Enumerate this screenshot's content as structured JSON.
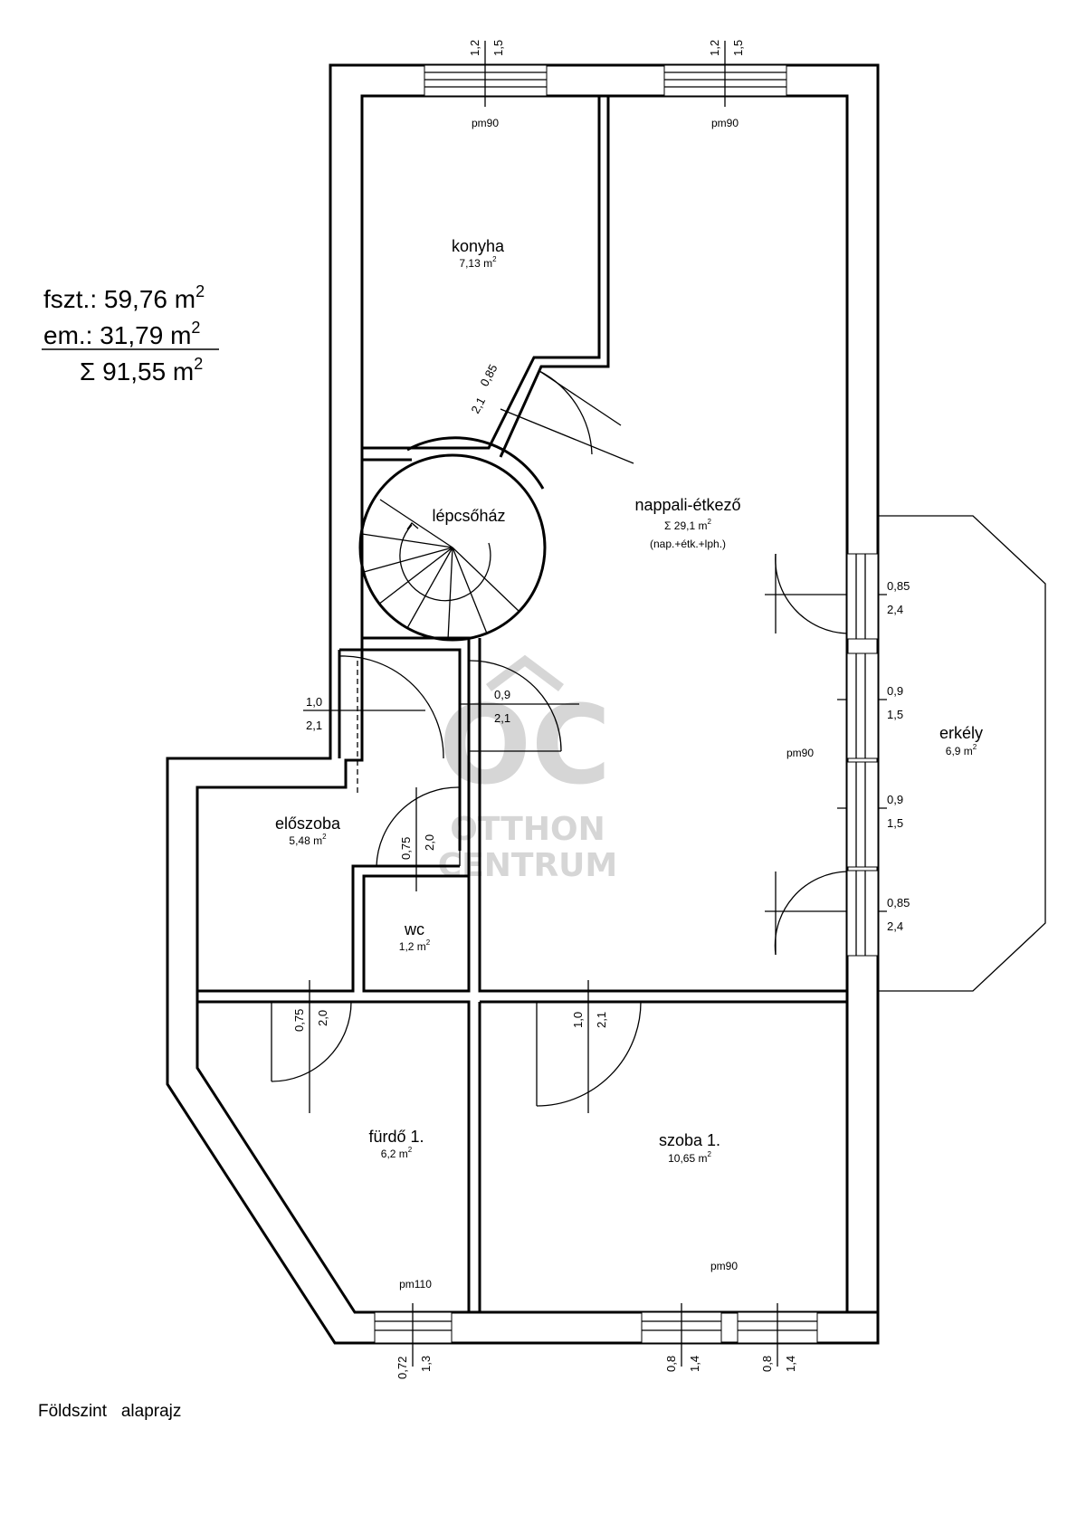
{
  "summary": {
    "line1": "fszt.: 59,76 m",
    "line2": "em.:  31,79 m",
    "line3": "Σ 91,55 m",
    "sup": "2"
  },
  "caption": "Földszint   alaprajz",
  "watermark": {
    "logo": "OC",
    "line1": "OTTHON",
    "line2": "CENTRUM"
  },
  "rooms": {
    "konyha": {
      "name": "konyha",
      "area": "7,13 m",
      "sup": "2"
    },
    "lepcsohaz": {
      "name": "lépcsőház"
    },
    "nappali": {
      "name": "nappali-étkező",
      "area": "Σ 29,1 m",
      "sup": "2",
      "note": "(nap.+étk.+lph.)"
    },
    "eloszoba": {
      "name": "előszoba",
      "area": "5,48 m",
      "sup": "2"
    },
    "wc": {
      "name": "wc",
      "area": "1,2 m",
      "sup": "2"
    },
    "furdo": {
      "name": "fürdő 1.",
      "area": "6,2 m",
      "sup": "2"
    },
    "szoba": {
      "name": "szoba 1.",
      "area": "10,65 m",
      "sup": "2"
    },
    "erkely": {
      "name": "erkély",
      "area": "6,9 m",
      "sup": "2"
    }
  },
  "sill_labels": {
    "konyha_window": "pm90",
    "nappali_window": "pm90",
    "nappali_east": "pm90",
    "furdo_window": "pm110",
    "szoba_window": "pm90"
  },
  "dimensions": {
    "top_win_left": [
      "1,2",
      "1,5"
    ],
    "top_win_right": [
      "1,2",
      "1,5"
    ],
    "kitchen_door": [
      "0,85",
      "2,1"
    ],
    "east_door_top": [
      "0,85",
      "2,4"
    ],
    "east_win_1": [
      "0,9",
      "1,5"
    ],
    "east_win_2": [
      "0,9",
      "1,5"
    ],
    "east_door_bottom": [
      "0,85",
      "2,4"
    ],
    "entry_door": [
      "1,0",
      "2,1"
    ],
    "living_door": [
      "0,9",
      "2,1"
    ],
    "wc_door": [
      "0,75",
      "2,0"
    ],
    "bath_door": [
      "0,75",
      "2,0"
    ],
    "room_door": [
      "1,0",
      "2,1"
    ],
    "bottom_win_bath": [
      "0,72",
      "1,3"
    ],
    "bottom_win_room_1": [
      "0,8",
      "1,4"
    ],
    "bottom_win_room_2": [
      "0,8",
      "1,4"
    ]
  }
}
